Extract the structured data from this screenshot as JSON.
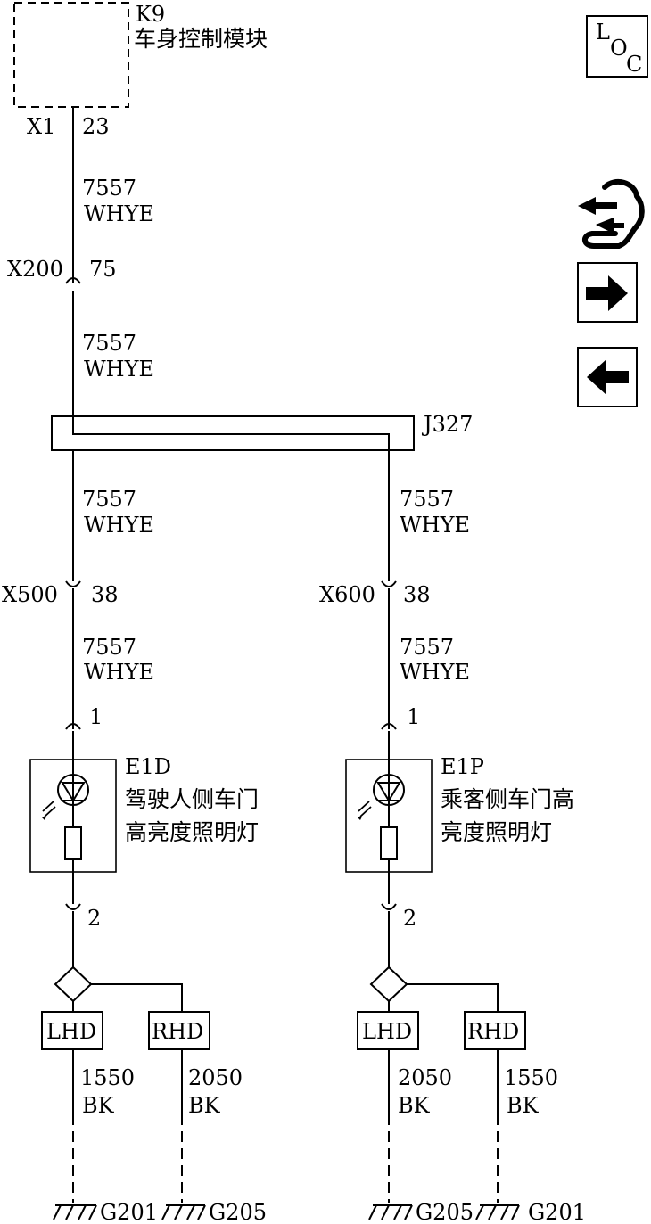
{
  "module": {
    "code": "K9",
    "name": "车身控制模块"
  },
  "loc_badge": {
    "l": "L",
    "o": "O",
    "c": "C"
  },
  "nav_icons": [
    "wrench-arrows-icon",
    "arrow-right-icon",
    "arrow-left-icon"
  ],
  "connectors": {
    "x1": {
      "name": "X1",
      "pin": "23"
    },
    "x200": {
      "name": "X200",
      "pin": "75"
    },
    "x500": {
      "name": "X500",
      "pin": "38"
    },
    "x600": {
      "name": "X600",
      "pin": "38"
    }
  },
  "splice": {
    "name": "J327"
  },
  "wires": {
    "main": {
      "circuit": "7557",
      "color": "WHYE"
    }
  },
  "lamps": [
    {
      "code": "E1D",
      "line1": "驾驶人侧车门",
      "line2": "高亮度照明灯",
      "pin_in": "1",
      "pin_out": "2"
    },
    {
      "code": "E1P",
      "line1": "乘客侧车门高",
      "line2": "亮度照明灯",
      "pin_in": "1",
      "pin_out": "2"
    }
  ],
  "options": {
    "left": {
      "a": "LHD",
      "b": "RHD"
    },
    "right": {
      "a": "LHD",
      "b": "RHD"
    }
  },
  "grounds": {
    "left_a": {
      "circuit": "1550",
      "color": "BK",
      "ground": "G201"
    },
    "left_b": {
      "circuit": "2050",
      "color": "BK",
      "ground": "G205"
    },
    "right_a": {
      "circuit": "2050",
      "color": "BK",
      "ground": "G205"
    },
    "right_b": {
      "circuit": "1550",
      "color": "BK",
      "ground": "G201"
    }
  }
}
